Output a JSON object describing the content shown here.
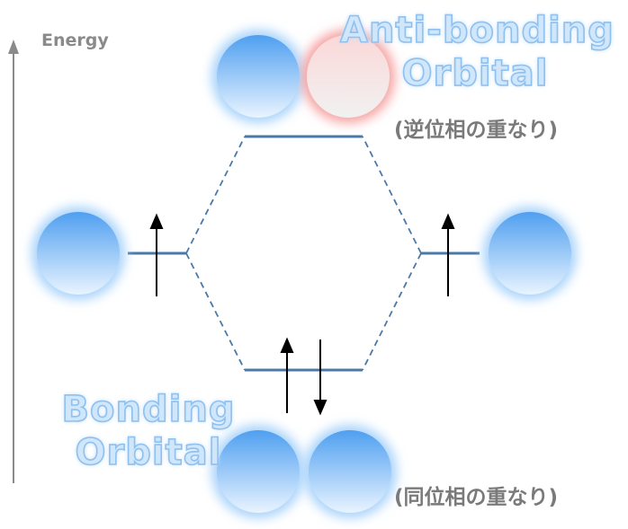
{
  "axis": {
    "label": "Energy"
  },
  "antibonding": {
    "title_line1": "Anti-bonding",
    "title_line2": "Orbital",
    "note": "(逆位相の重なり)"
  },
  "bonding": {
    "title_line1": "Bonding",
    "title_line2": "Orbital",
    "note": "(同位相の重なり)"
  },
  "colors": {
    "level_line": "#4a78a8",
    "orbital_blue": "#5aa7f2",
    "orbital_red": "#f26a6a",
    "axis": "#8a8a8a",
    "title_fill": "#cfe6fb"
  }
}
